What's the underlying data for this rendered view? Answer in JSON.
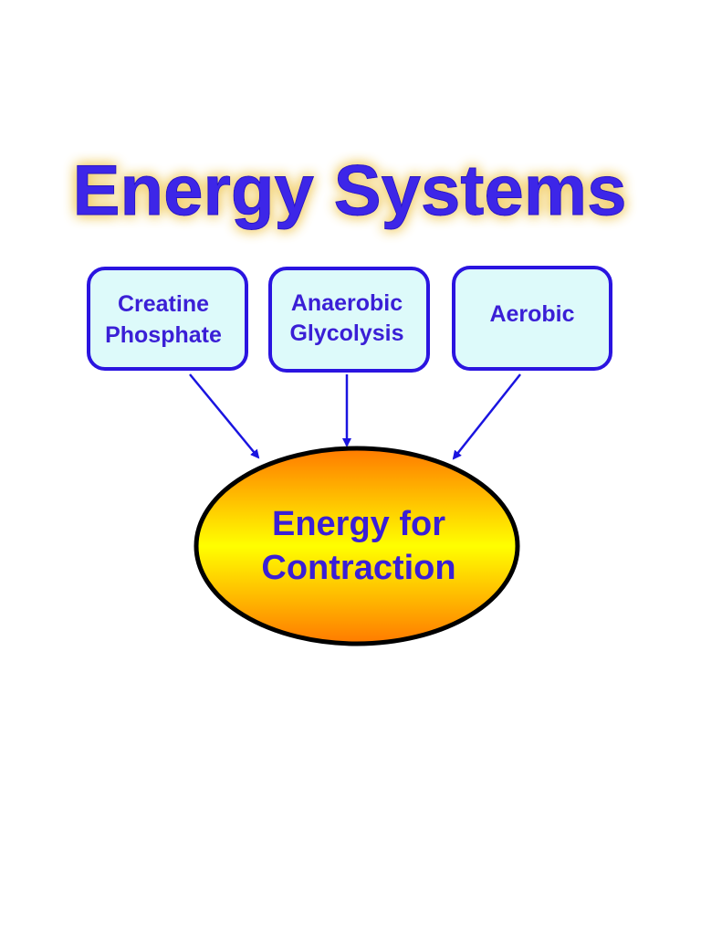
{
  "title": "Energy Systems",
  "sources": [
    {
      "line1": "Creatine",
      "line2": "Phosphate"
    },
    {
      "line1": "Anaerobic",
      "line2": "Glycolysis"
    },
    {
      "line1": "Aerobic",
      "line2": ""
    }
  ],
  "target": {
    "line1": "Energy for",
    "line2": "Contraction"
  },
  "colors": {
    "text": "#3a1fd6",
    "box_fill": "#ddfafa",
    "box_stroke": "#2a14e0",
    "arrow": "#1a14e0",
    "title_fill": "#3c28e8",
    "title_glow": "#f2cf6a",
    "ellipse_top": "#ff7a00",
    "ellipse_mid": "#ffff00",
    "ellipse_bottom": "#ff7a00",
    "ellipse_stroke": "#000000"
  }
}
